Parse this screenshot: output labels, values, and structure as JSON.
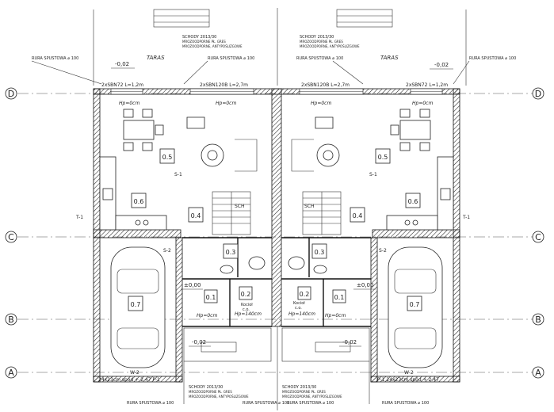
{
  "axes": {
    "D": "D",
    "C": "C",
    "B": "B",
    "A": "A"
  },
  "terrace": "TARAS",
  "stairs_top": {
    "left": [
      "SCHODY 2013/30",
      "MROZOODPORNE PŁ. GRES",
      "MROZOODPORNE, ANTYPOŚLIZGOWE"
    ],
    "right": [
      "SCHODY 2013/30",
      "MROZOODPORNE PŁ. GRES",
      "MROZOODPORNE, ANTYPOŚLIZGOWE"
    ]
  },
  "stairs_bottom": {
    "left": [
      "SCHODY 2013/30",
      "MROZOODPORNE PŁ. GRES",
      "MROZOODPORNE, ANTYPOŚLIZGOWE"
    ],
    "right": [
      "SCHODY 2013/30",
      "MROZOODPORNE PŁ. GRES",
      "MROZOODPORNE, ANTYPOŚLIZGOWE"
    ]
  },
  "downpipe": "RURA SPUSTOWA ⌀ 100",
  "levels": {
    "terrace": "-0,02",
    "ground": "±0,00",
    "entry": "-0,02"
  },
  "windows_top": {
    "a": "2xSBN72 L=1,2m",
    "b": "2xSBN120B L=2,7m",
    "c": "2xSBN120B L=2,7m",
    "d": "2xSBN72 L=1,2m"
  },
  "hp0": "Hp=0cm",
  "hp140": "Hp=140cm",
  "rooms": {
    "r01": "0.1",
    "r02": "0.2",
    "r03": "0.3",
    "r04": "0.4",
    "r05": "0.5",
    "r06": "0.6",
    "r07": "0.7"
  },
  "boiler": [
    "Kocioł",
    "c.o."
  ],
  "stairs_sub": "SCH",
  "marks": {
    "s1": "S-1",
    "s2": "S-2",
    "t1": "T-1",
    "w2": "W-2",
    "p1": "P-1"
  },
  "vent_left": "24x23cm  spód + 2.47  P-1",
  "vent_right": "P-1  24x23cm  spód + 2.47"
}
